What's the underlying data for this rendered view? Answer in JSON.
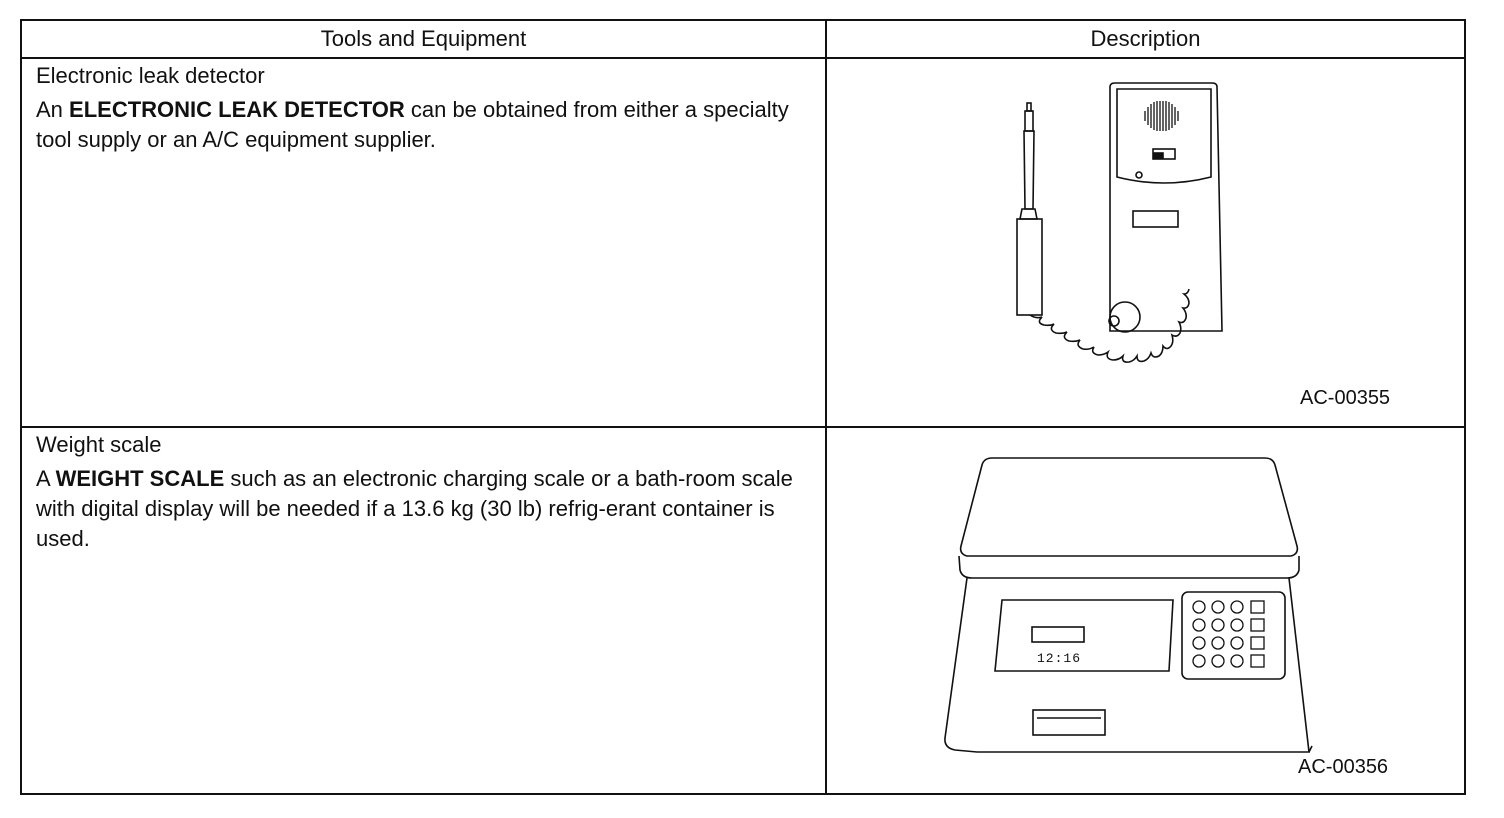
{
  "table": {
    "headers": [
      "Tools and Equipment",
      "Description"
    ],
    "rows": [
      {
        "name": "Electronic leak detector",
        "desc_prefix": "An ",
        "desc_bold": "ELECTRONIC LEAK DETECTOR",
        "desc_suffix": " can be obtained from either a specialty tool supply or an A/C equipment supplier.",
        "figure": {
          "illustration": "electronic-leak-detector",
          "code": "AC-00355"
        }
      },
      {
        "name": "Weight scale",
        "desc_prefix": "A ",
        "desc_bold": "WEIGHT SCALE",
        "desc_suffix": " such as an electronic charging scale or a bath-room scale with digital display will be needed if a 13.6 kg (30 lb) refrig-erant container is used.",
        "figure": {
          "illustration": "weight-scale",
          "code": "AC-00356",
          "display_reading": "12:16"
        }
      }
    ]
  }
}
